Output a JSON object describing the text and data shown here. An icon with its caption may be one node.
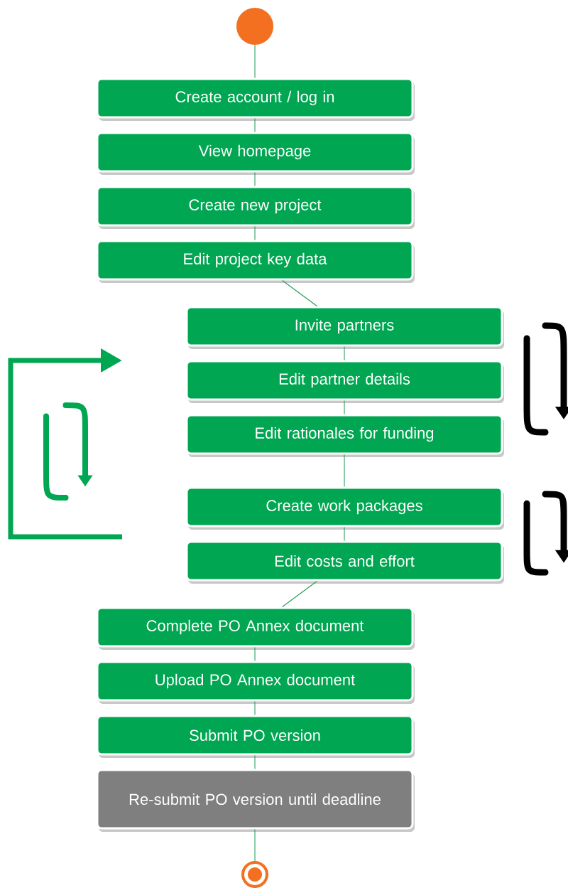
{
  "diagram": {
    "nodes": [
      {
        "text": [],
        "shape": "circle"
      },
      {
        "text": [
          "Create account / log in"
        ]
      },
      {
        "text": [
          "View homepage"
        ]
      },
      {
        "text": [
          "Create new project"
        ]
      },
      {
        "text": [
          "Edit project key data"
        ]
      },
      {
        "text": [
          "Invite partners"
        ]
      },
      {
        "text": [
          "Edit partner details"
        ]
      },
      {
        "text": [
          "Edit rationales for funding"
        ]
      },
      {
        "text": [
          "Create work packages"
        ]
      },
      {
        "text": [
          "Edit costs and effort"
        ]
      },
      {
        "text": [
          "Complete PO Annex document"
        ]
      },
      {
        "text": [
          "Upload PO Annex document"
        ]
      },
      {
        "text": [
          "Submit PO version"
        ]
      },
      {
        "text": [
          "Re-submit PO version until deadline"
        ]
      },
      {
        "text": [],
        "shape": "circle"
      }
    ],
    "edges": [
      {
        "from": 0,
        "to": 1,
        "arrow": "none"
      },
      {
        "from": 1,
        "to": 2,
        "arrow": "none"
      },
      {
        "from": 2,
        "to": 3,
        "arrow": "none"
      },
      {
        "from": 3,
        "to": 4,
        "arrow": "none"
      },
      {
        "from": 4,
        "to": 5,
        "arrow": "none"
      },
      {
        "from": 5,
        "to": 6,
        "arrow": "none"
      },
      {
        "from": 6,
        "to": 7,
        "arrow": "none"
      },
      {
        "from": 7,
        "to": 8,
        "arrow": "none"
      },
      {
        "from": 8,
        "to": 9,
        "arrow": "none"
      },
      {
        "from": 9,
        "to": 10,
        "arrow": "none"
      },
      {
        "from": 10,
        "to": 11,
        "arrow": "none"
      },
      {
        "from": 11,
        "to": 12,
        "arrow": "none"
      },
      {
        "from": 12,
        "to": 13,
        "arrow": "none"
      },
      {
        "from": 13,
        "to": 14,
        "arrow": "none"
      }
    ]
  }
}
